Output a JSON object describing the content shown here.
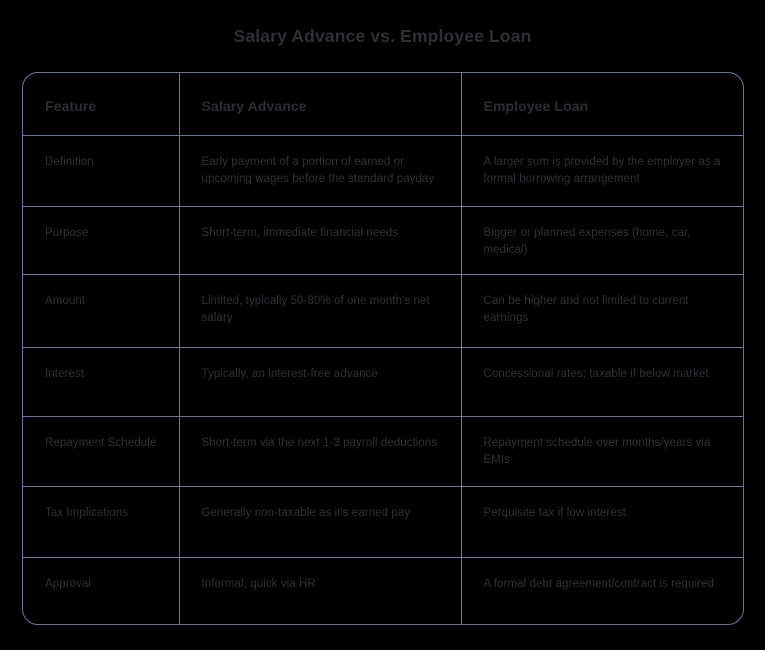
{
  "page": {
    "title": "Salary Advance vs. Employee Loan",
    "background_color": "#000000",
    "title_color": "#2e2e34",
    "border_color": "#6d7899",
    "text_color": "#303137"
  },
  "table": {
    "columns": [
      {
        "key": "feature",
        "label": "Feature"
      },
      {
        "key": "salary_advance",
        "label": "Salary Advance"
      },
      {
        "key": "employee_loan",
        "label": "Employee Loan"
      }
    ],
    "rows": [
      {
        "feature": "Definition",
        "salary_advance": "Early payment of a portion of earned or upcoming wages before the standard payday",
        "employee_loan": "A larger sum is provided by the employer as a formal borrowing arrangement"
      },
      {
        "feature": "Purpose",
        "salary_advance": "Short-term, immediate financial needs",
        "employee_loan": "Bigger or planned expenses (home, car, medical)"
      },
      {
        "feature": "Amount",
        "salary_advance": "Limited, typically 50-80% of one month's net salary",
        "employee_loan": "Can be higher and not limited to current earnings"
      },
      {
        "feature": "Interest",
        "salary_advance": "Typically, an interest-free advance",
        "employee_loan": "Concessional rates; taxable if below market"
      },
      {
        "feature": "Repayment Schedule",
        "salary_advance": "Short-term via the next 1-3 payroll deductions",
        "employee_loan": "Repayment schedule over months/years via EMIs"
      },
      {
        "feature": "Tax Implications",
        "salary_advance": "Generally non-taxable as it's earned pay",
        "employee_loan": "Perquisite tax if low interest"
      },
      {
        "feature": "Approval",
        "salary_advance": "Informal, quick via HR",
        "employee_loan": "A formal debt agreement/contract is required"
      }
    ]
  }
}
